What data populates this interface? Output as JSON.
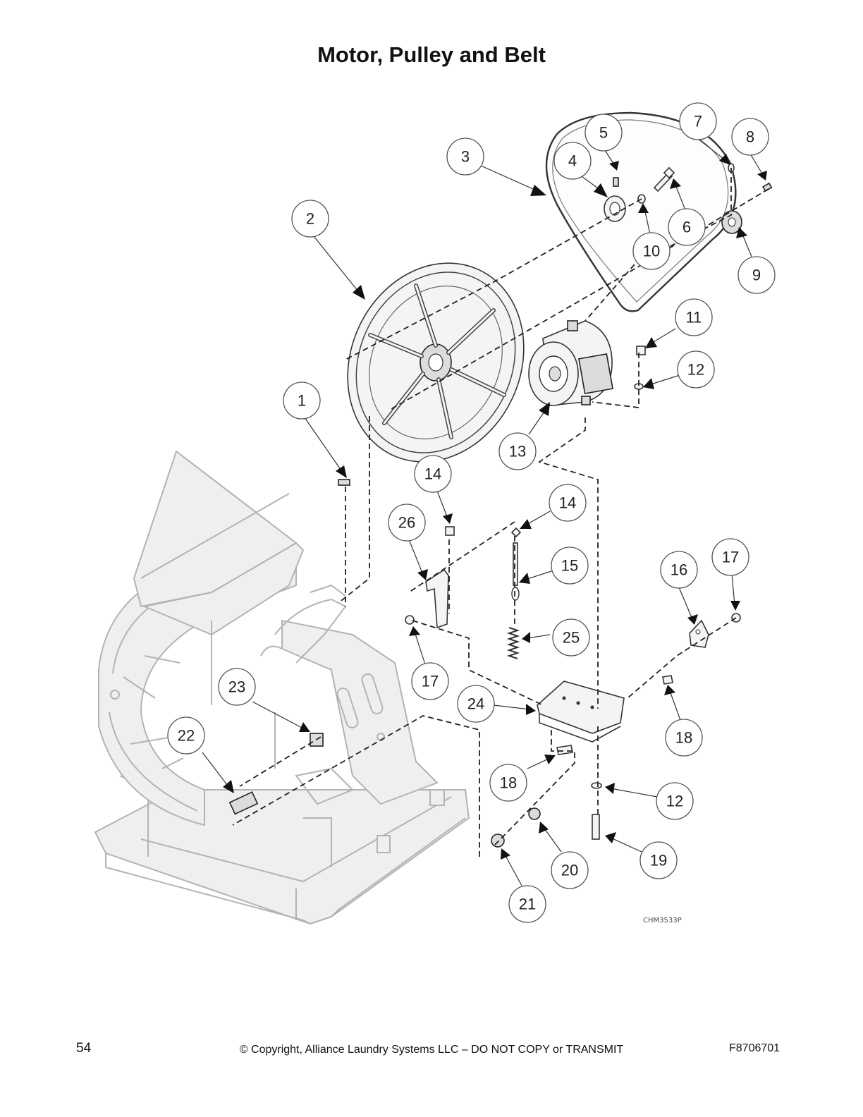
{
  "title": "Motor, Pulley and Belt",
  "figure_code": "CHM3533P",
  "footer": {
    "page_number": "54",
    "copyright": "© Copyright, Alliance Laundry Systems LLC – DO NOT COPY or TRANSMIT",
    "doc_number": "F8706701"
  },
  "callouts": [
    "1",
    "2",
    "3",
    "4",
    "5",
    "6",
    "7",
    "8",
    "9",
    "10",
    "11",
    "12",
    "13",
    "14",
    "14",
    "15",
    "16",
    "17",
    "17",
    "18",
    "18",
    "12",
    "19",
    "20",
    "21",
    "22",
    "23",
    "24",
    "25",
    "26"
  ]
}
